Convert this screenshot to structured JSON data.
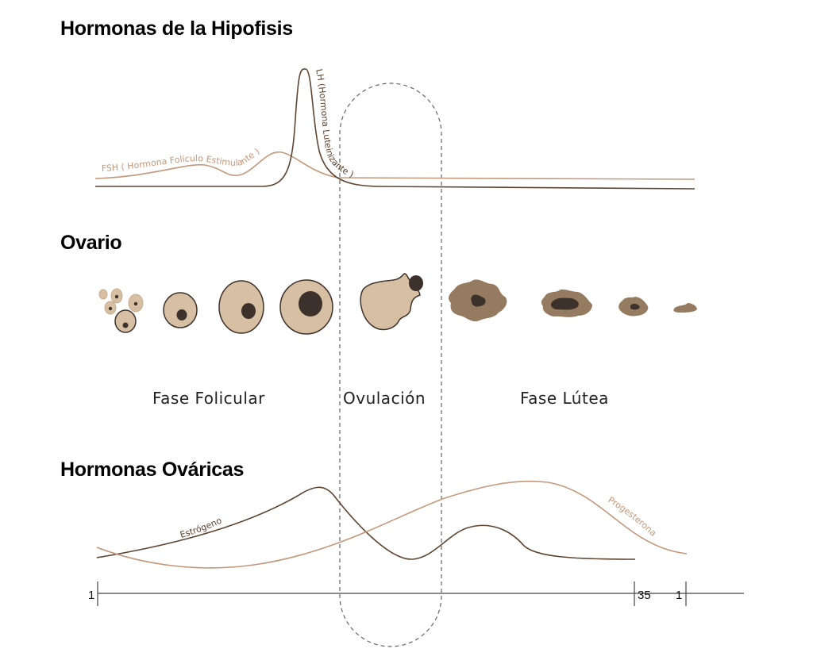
{
  "titles": {
    "pituitary": "Hormonas de la Hipofisis",
    "ovary": "Ovario",
    "ovarian_hormones": "Hormonas Ováricas"
  },
  "curves": {
    "fsh": "FSH ( Hormona Foliculo Estimulante )",
    "lh": "LH (Hormona Luteinizante )",
    "estrogen": "Estrógeno",
    "progesterone": "Progesterona"
  },
  "phases": {
    "follicular": "Fase Folicular",
    "ovulation": "Ovulación",
    "luteal": "Fase Lútea"
  },
  "axis": {
    "start": "1",
    "end": "35",
    "next_start": "1"
  },
  "colors": {
    "fsh": "#c4977a",
    "lh": "#5e4532",
    "follicle_fill": "#d6bfa3",
    "nucleus": "#3d322b",
    "corpus": "#957c60"
  }
}
